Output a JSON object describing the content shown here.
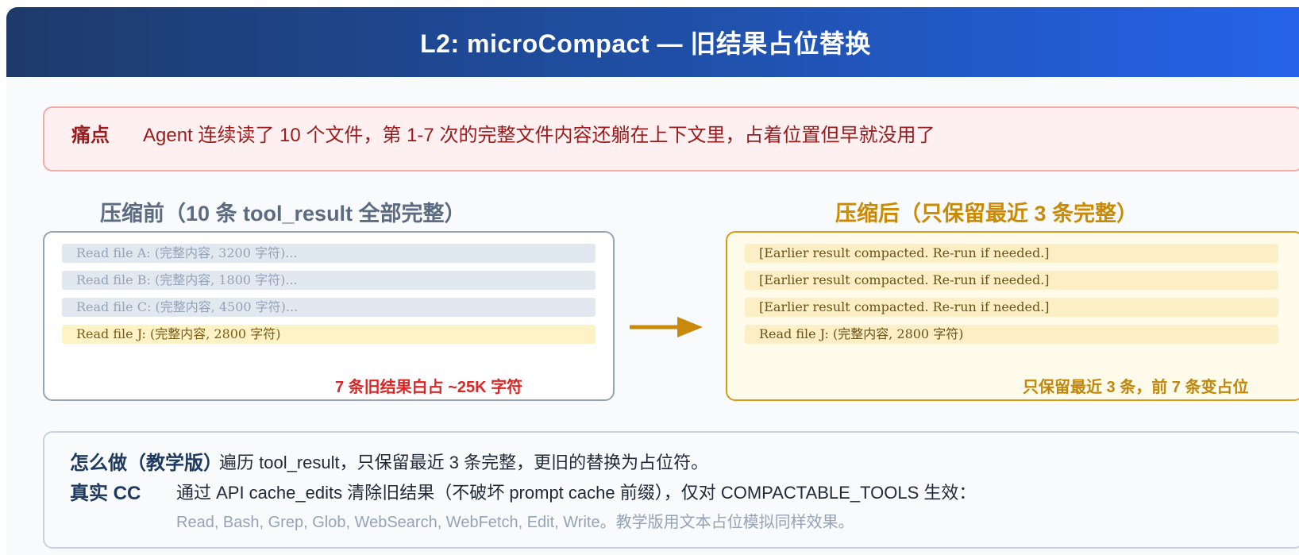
{
  "header": {
    "title": "L2: microCompact — 旧结果占位替换"
  },
  "pain": {
    "label": "痛点",
    "text": "Agent 连续读了 10 个文件，第 1-7 次的完整文件内容还躺在上下文里，占着位置但早就没用了"
  },
  "before": {
    "title": "压缩前（10 条 tool_result 全部完整）",
    "rows": [
      "Read file A: (完整内容, 3200 字符)...",
      "Read file B: (完整内容, 1800 字符)...",
      "Read file C: (完整内容, 4500 字符)...",
      "Read file J: (完整内容, 2800 字符)"
    ],
    "note": "7 条旧结果白占 ~25K 字符"
  },
  "after": {
    "title": "压缩后（只保留最近 3 条完整）",
    "rows": [
      "[Earlier result compacted. Re-run if needed.]",
      "[Earlier result compacted. Re-run if needed.]",
      "[Earlier result compacted. Re-run if needed.]",
      "Read file J: (完整内容, 2800 字符)"
    ],
    "note": "只保留最近 3 条，前 7 条变占位"
  },
  "how": {
    "label": "怎么做（教学版）",
    "text": "遍历 tool_result，只保留最近 3 条完整，更旧的替换为占位符。",
    "real_label": "真实 CC",
    "real_text": "通过 API cache_edits 清除旧结果（不破坏 prompt cache 前缀），仅对 COMPACTABLE_TOOLS 生效：",
    "real_sub": "Read, Bash, Grep, Glob, WebSearch, WebFetch, Edit, Write。教学版用文本占位模拟同样效果。"
  },
  "colors": {
    "accent_blue": "#1f4fa5",
    "pain_red": "#991b1b",
    "before_gray": "#94a3b8",
    "after_gold": "#d59b19",
    "arrow_gold": "#c98a0c"
  }
}
